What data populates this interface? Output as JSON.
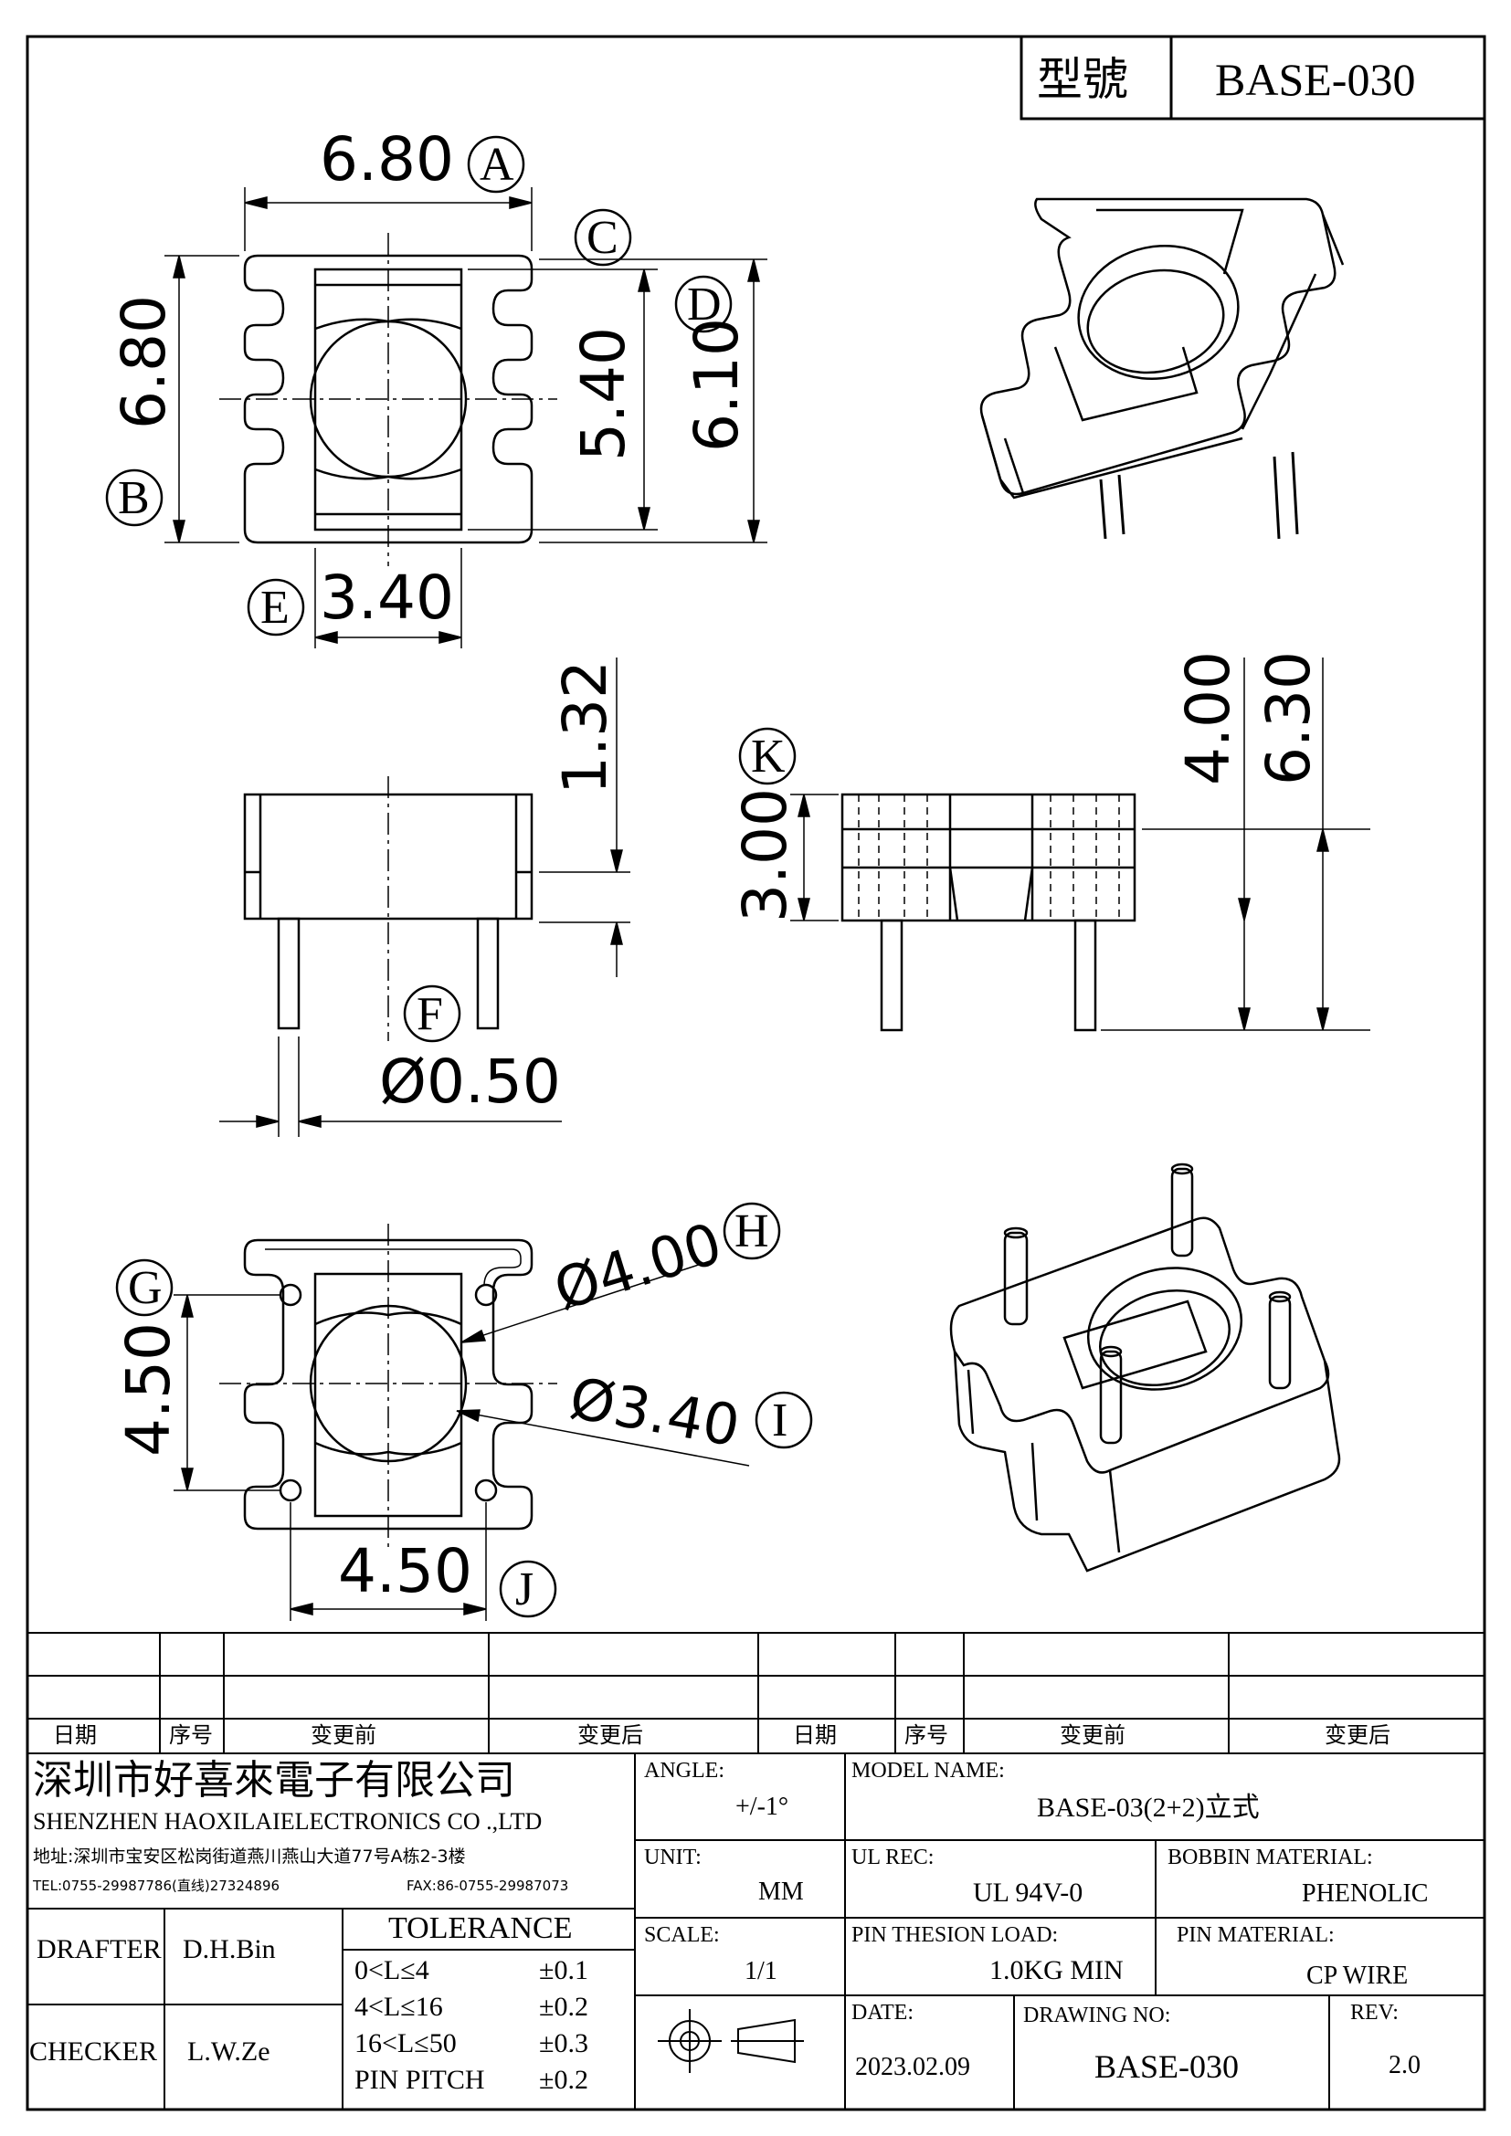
{
  "header": {
    "model_label": "型號",
    "model_value": "BASE-030"
  },
  "dimensions": {
    "top_width": "6.80",
    "top_height": "6.80",
    "inner_height": "5.40",
    "slot_height": "6.10",
    "slot_width": "3.40",
    "wall_height": "1.32",
    "pin_diameter": "Ø0.50",
    "body_height": "3.00",
    "pin_length": "4.00",
    "total_height": "6.30",
    "pin_span_v": "4.50",
    "pin_span_h": "4.50",
    "outer_circle": "Ø4.00",
    "inner_circle": "Ø3.40"
  },
  "callouts": [
    "A",
    "B",
    "C",
    "D",
    "E",
    "F",
    "G",
    "H",
    "I",
    "J",
    "K"
  ],
  "revision_table": {
    "headers": [
      "日期",
      "序号",
      "变更前",
      "变更后",
      "日期",
      "序号",
      "变更前",
      "变更后"
    ]
  },
  "company": {
    "name_cn": "深圳市好喜來電子有限公司",
    "name_en": "SHENZHEN HAOXILAIELECTRONICS CO .,LTD",
    "address": "地址:深圳市宝安区松岗街道燕川燕山大道77号A栋2-3楼",
    "tel": "TEL:0755-29987786(直线)27324896",
    "fax": "FAX:86-0755-29987073"
  },
  "spec": {
    "angle_label": "ANGLE:",
    "angle_value": "+/-1°",
    "unit_label": "UNIT:",
    "unit_value": "MM",
    "scale_label": "SCALE:",
    "scale_value": "1/1",
    "model_name_label": "MODEL NAME:",
    "model_name_value": "BASE-03(2+2)立式",
    "ul_label": "UL REC:",
    "ul_value": "UL 94V-0",
    "bobbin_label": "BOBBIN MATERIAL:",
    "bobbin_value": "PHENOLIC",
    "pin_load_label": "PIN THESION LOAD:",
    "pin_load_value": "1.0KG MIN",
    "pin_mat_label": "PIN MATERIAL:",
    "pin_mat_value": "CP  WIRE",
    "date_label": "DATE:",
    "date_value": "2023.02.09",
    "drawing_label": "DRAWING NO:",
    "drawing_value": "BASE-030",
    "rev_label": "REV:",
    "rev_value": "2.0"
  },
  "signoff": {
    "drafter_label": "DRAFTER",
    "drafter_value": "D.H.Bin",
    "checker_label": "CHECKER",
    "checker_value": "L.W.Ze"
  },
  "tolerance": {
    "title": "TOLERANCE",
    "rows": [
      {
        "range": "0<L≤4",
        "value": "±0.1"
      },
      {
        "range": "4<L≤16",
        "value": "±0.2"
      },
      {
        "range": "16<L≤50",
        "value": "±0.3"
      },
      {
        "range": "PIN PITCH",
        "value": "±0.2"
      }
    ]
  }
}
